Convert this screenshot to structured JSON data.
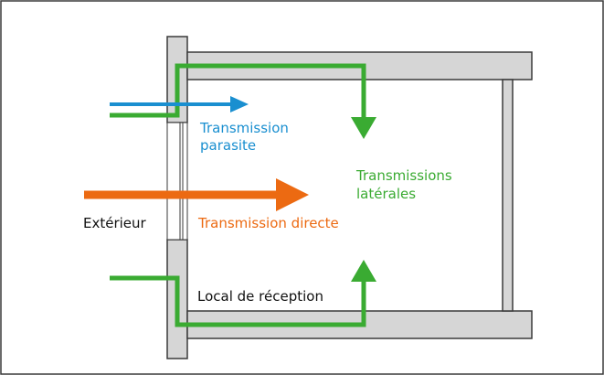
{
  "labels": {
    "parasite_line1": "Transmission",
    "parasite_line2": "parasite",
    "laterales_line1": "Transmissions",
    "laterales_line2": "latérales",
    "exterieur": "Extérieur",
    "directe": "Transmission directe",
    "local": "Local de réception"
  },
  "colors": {
    "parasite": "#1a8fd0",
    "laterales": "#3aab32",
    "directe": "#ec6a12",
    "wall_fill": "#d6d6d6",
    "wall_stroke": "#3a3a3a",
    "text": "#111111"
  },
  "icons": {
    "parasite_arrow": "arrow-right-icon",
    "directe_arrow": "arrow-right-icon",
    "laterales_top_arrow": "arrow-down-icon",
    "laterales_bottom_arrow": "arrow-up-icon"
  }
}
